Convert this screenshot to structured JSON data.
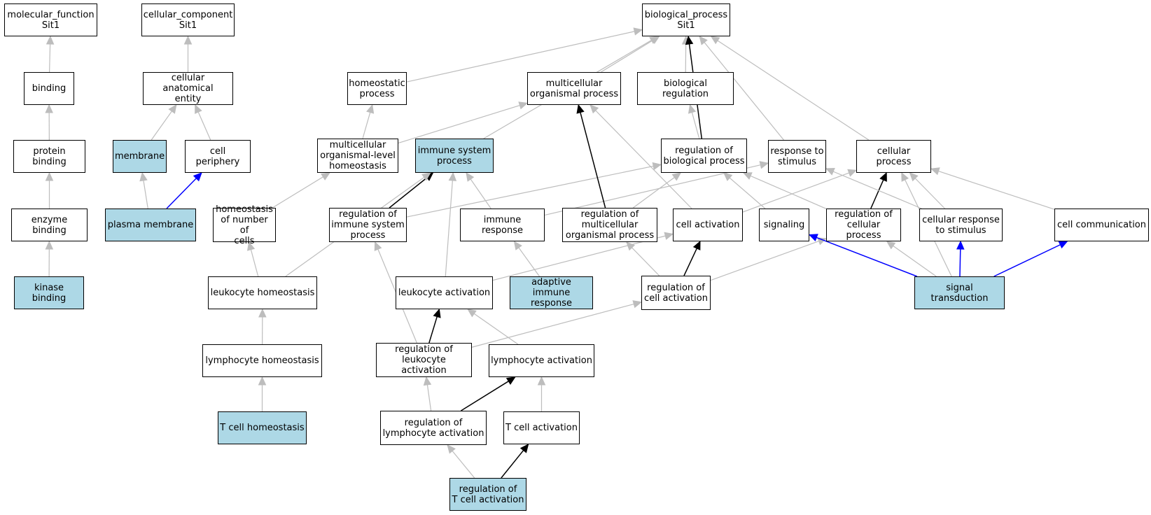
{
  "colors": {
    "gray": "#bdbdbd",
    "black": "#000000",
    "blue": "#0000ff",
    "highlight": "#add8e6"
  },
  "nodes": [
    {
      "id": "mf",
      "label": "molecular_function\nSit1",
      "highlight": false
    },
    {
      "id": "cc",
      "label": "cellular_component\nSit1",
      "highlight": false
    },
    {
      "id": "bp",
      "label": "biological_process\nSit1",
      "highlight": false
    },
    {
      "id": "binding",
      "label": "binding",
      "highlight": false
    },
    {
      "id": "cae",
      "label": "cellular anatomical\nentity",
      "highlight": false
    },
    {
      "id": "homeo",
      "label": "homeostatic\nprocess",
      "highlight": false
    },
    {
      "id": "mop",
      "label": "multicellular\norganismal process",
      "highlight": false
    },
    {
      "id": "breg",
      "label": "biological regulation",
      "highlight": false
    },
    {
      "id": "protbind",
      "label": "protein binding",
      "highlight": false
    },
    {
      "id": "membrane",
      "label": "membrane",
      "highlight": true
    },
    {
      "id": "cellper",
      "label": "cell periphery",
      "highlight": false
    },
    {
      "id": "mcolh",
      "label": "multicellular\norganismal-level\nhomeostasis",
      "highlight": false
    },
    {
      "id": "isp",
      "label": "immune system\nprocess",
      "highlight": true
    },
    {
      "id": "regbp",
      "label": "regulation of\nbiological process",
      "highlight": false
    },
    {
      "id": "rts",
      "label": "response to\nstimulus",
      "highlight": false
    },
    {
      "id": "cellproc",
      "label": "cellular process",
      "highlight": false
    },
    {
      "id": "enzbind",
      "label": "enzyme binding",
      "highlight": false
    },
    {
      "id": "plasmam",
      "label": "plasma membrane",
      "highlight": true
    },
    {
      "id": "honc",
      "label": "homeostasis\nof number of\ncells",
      "highlight": false
    },
    {
      "id": "regisp",
      "label": "regulation of\nimmune system\nprocess",
      "highlight": false
    },
    {
      "id": "immresp",
      "label": "immune response",
      "highlight": false
    },
    {
      "id": "regmop",
      "label": "regulation of\nmulticellular\norganismal process",
      "highlight": false
    },
    {
      "id": "cellact",
      "label": "cell activation",
      "highlight": false
    },
    {
      "id": "signaling",
      "label": "signaling",
      "highlight": false
    },
    {
      "id": "regcp",
      "label": "regulation of\ncellular process",
      "highlight": false
    },
    {
      "id": "crts",
      "label": "cellular response\nto stimulus",
      "highlight": false
    },
    {
      "id": "cellcomm",
      "label": "cell communication",
      "highlight": false
    },
    {
      "id": "kinbind",
      "label": "kinase binding",
      "highlight": true
    },
    {
      "id": "leukhomeo",
      "label": "leukocyte homeostasis",
      "highlight": false
    },
    {
      "id": "leukact",
      "label": "leukocyte activation",
      "highlight": false
    },
    {
      "id": "adaptive",
      "label": "adaptive immune\nresponse",
      "highlight": true
    },
    {
      "id": "regcellact",
      "label": "regulation of\ncell activation",
      "highlight": false
    },
    {
      "id": "sigtrans",
      "label": "signal transduction",
      "highlight": true
    },
    {
      "id": "lymphhomeo",
      "label": "lymphocyte homeostasis",
      "highlight": false
    },
    {
      "id": "regleukact",
      "label": "regulation of\nleukocyte activation",
      "highlight": false
    },
    {
      "id": "lymphact",
      "label": "lymphocyte activation",
      "highlight": false
    },
    {
      "id": "tcellhomeo",
      "label": "T cell homeostasis",
      "highlight": true
    },
    {
      "id": "reglymphact",
      "label": "regulation of\nlymphocyte activation",
      "highlight": false
    },
    {
      "id": "tcellact",
      "label": "T cell activation",
      "highlight": false
    },
    {
      "id": "regtcellact",
      "label": "regulation of\nT cell activation",
      "highlight": true
    }
  ],
  "edges": [
    {
      "from": "binding",
      "to": "mf",
      "color": "gray"
    },
    {
      "from": "protbind",
      "to": "binding",
      "color": "gray"
    },
    {
      "from": "enzbind",
      "to": "protbind",
      "color": "gray"
    },
    {
      "from": "kinbind",
      "to": "enzbind",
      "color": "gray"
    },
    {
      "from": "cae",
      "to": "cc",
      "color": "gray"
    },
    {
      "from": "membrane",
      "to": "cae",
      "color": "gray"
    },
    {
      "from": "cellper",
      "to": "cae",
      "color": "gray"
    },
    {
      "from": "plasmam",
      "to": "membrane",
      "color": "gray"
    },
    {
      "from": "plasmam",
      "to": "cellper",
      "color": "blue"
    },
    {
      "from": "homeo",
      "to": "bp",
      "color": "gray"
    },
    {
      "from": "mop",
      "to": "bp",
      "color": "gray"
    },
    {
      "from": "breg",
      "to": "bp",
      "color": "gray"
    },
    {
      "from": "isp",
      "to": "bp",
      "color": "gray"
    },
    {
      "from": "regbp",
      "to": "bp",
      "color": "black"
    },
    {
      "from": "rts",
      "to": "bp",
      "color": "gray"
    },
    {
      "from": "cellproc",
      "to": "bp",
      "color": "gray"
    },
    {
      "from": "mcolh",
      "to": "homeo",
      "color": "gray"
    },
    {
      "from": "mcolh",
      "to": "mop",
      "color": "gray"
    },
    {
      "from": "regbp",
      "to": "breg",
      "color": "gray"
    },
    {
      "from": "honc",
      "to": "mcolh",
      "color": "gray"
    },
    {
      "from": "regisp",
      "to": "isp",
      "color": "black"
    },
    {
      "from": "regisp",
      "to": "regbp",
      "color": "gray"
    },
    {
      "from": "immresp",
      "to": "isp",
      "color": "gray"
    },
    {
      "from": "immresp",
      "to": "rts",
      "color": "gray"
    },
    {
      "from": "regmop",
      "to": "mop",
      "color": "black"
    },
    {
      "from": "regmop",
      "to": "regbp",
      "color": "gray"
    },
    {
      "from": "cellact",
      "to": "mop",
      "color": "gray"
    },
    {
      "from": "cellact",
      "to": "cellproc",
      "color": "gray"
    },
    {
      "from": "signaling",
      "to": "regbp",
      "color": "gray"
    },
    {
      "from": "regcp",
      "to": "cellproc",
      "color": "black"
    },
    {
      "from": "regcp",
      "to": "regbp",
      "color": "gray"
    },
    {
      "from": "crts",
      "to": "rts",
      "color": "gray"
    },
    {
      "from": "crts",
      "to": "cellproc",
      "color": "gray"
    },
    {
      "from": "cellcomm",
      "to": "cellproc",
      "color": "gray"
    },
    {
      "from": "leukhomeo",
      "to": "honc",
      "color": "gray"
    },
    {
      "from": "leukhomeo",
      "to": "isp",
      "color": "gray"
    },
    {
      "from": "leukact",
      "to": "isp",
      "color": "gray"
    },
    {
      "from": "leukact",
      "to": "cellact",
      "color": "gray"
    },
    {
      "from": "adaptive",
      "to": "immresp",
      "color": "gray"
    },
    {
      "from": "regcellact",
      "to": "cellact",
      "color": "black"
    },
    {
      "from": "regcellact",
      "to": "regmop",
      "color": "gray"
    },
    {
      "from": "regcellact",
      "to": "regcp",
      "color": "gray"
    },
    {
      "from": "sigtrans",
      "to": "signaling",
      "color": "blue"
    },
    {
      "from": "sigtrans",
      "to": "regcp",
      "color": "gray"
    },
    {
      "from": "sigtrans",
      "to": "crts",
      "color": "blue"
    },
    {
      "from": "sigtrans",
      "to": "cellcomm",
      "color": "blue"
    },
    {
      "from": "sigtrans",
      "to": "cellproc",
      "color": "gray"
    },
    {
      "from": "lymphhomeo",
      "to": "leukhomeo",
      "color": "gray"
    },
    {
      "from": "regleukact",
      "to": "leukact",
      "color": "black"
    },
    {
      "from": "regleukact",
      "to": "regisp",
      "color": "gray"
    },
    {
      "from": "regleukact",
      "to": "regcellact",
      "color": "gray"
    },
    {
      "from": "lymphact",
      "to": "leukact",
      "color": "gray"
    },
    {
      "from": "tcellhomeo",
      "to": "lymphhomeo",
      "color": "gray"
    },
    {
      "from": "reglymphact",
      "to": "regleukact",
      "color": "gray"
    },
    {
      "from": "reglymphact",
      "to": "lymphact",
      "color": "black"
    },
    {
      "from": "tcellact",
      "to": "lymphact",
      "color": "gray"
    },
    {
      "from": "regtcellact",
      "to": "reglymphact",
      "color": "gray"
    },
    {
      "from": "regtcellact",
      "to": "tcellact",
      "color": "black"
    }
  ]
}
